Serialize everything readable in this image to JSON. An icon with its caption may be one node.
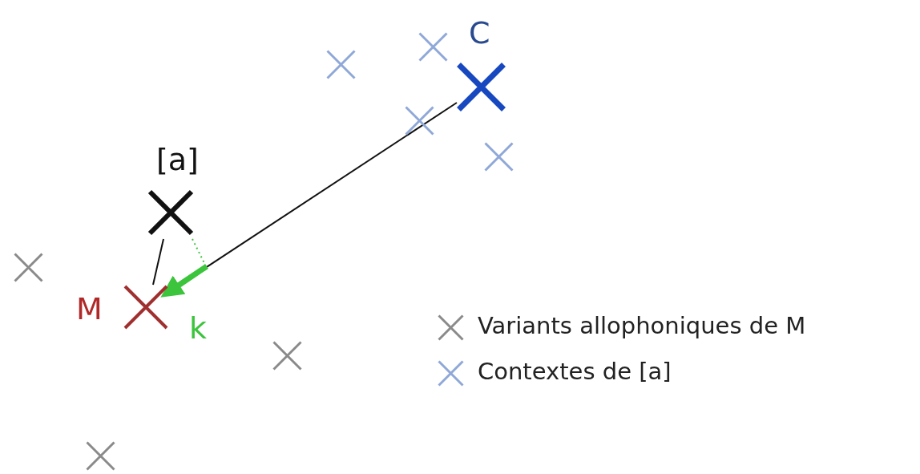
{
  "diagram": {
    "nodes": [
      {
        "text": [
          "[a]"
        ]
      },
      {
        "text": [
          "M"
        ]
      },
      {
        "text": [
          "C"
        ]
      }
    ],
    "edges": [
      {
        "from": 1,
        "to": 0,
        "arrow": "none"
      },
      {
        "from": 1,
        "to": 2,
        "arrow": "none"
      },
      {
        "from": null,
        "to": 1,
        "arrow": "to",
        "label": "k",
        "style": "thick",
        "color": "#3cc43c"
      },
      {
        "from": 0,
        "to": null,
        "arrow": "none",
        "style": "dashed",
        "color": "#3cc43c"
      }
    ],
    "legend": [
      {
        "text": "Variants allophoniques de M"
      },
      {
        "text": "Contextes de [a]"
      }
    ]
  }
}
